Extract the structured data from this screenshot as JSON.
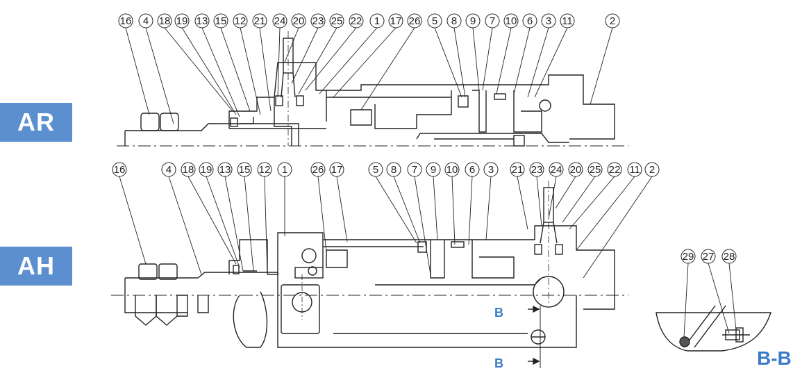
{
  "views": {
    "ar": {
      "label": "AR",
      "balloons": [
        "16",
        "4",
        "18",
        "19",
        "13",
        "15",
        "12",
        "21",
        "24",
        "20",
        "23",
        "25",
        "22",
        "1",
        "17",
        "26",
        "5",
        "8",
        "9",
        "7",
        "10",
        "6",
        "3",
        "11",
        "2"
      ]
    },
    "ah": {
      "label": "AH",
      "balloons": [
        "16",
        "4",
        "18",
        "19",
        "13",
        "15",
        "12",
        "1",
        "26",
        "17",
        "5",
        "8",
        "7",
        "9",
        "10",
        "6",
        "3",
        "21",
        "23",
        "24",
        "20",
        "25",
        "22",
        "11",
        "2"
      ]
    },
    "section": {
      "label": "B-B",
      "cut_marker": "B",
      "balloons": [
        "29",
        "27",
        "28"
      ]
    }
  },
  "colors": {
    "accent": "#5b8fd0",
    "section_text": "#3a7bc8",
    "line": "#222222"
  }
}
